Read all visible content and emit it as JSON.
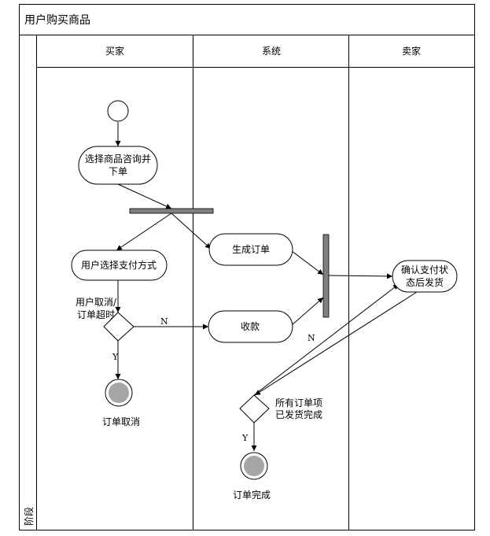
{
  "diagram": {
    "title": "用户购买商品",
    "phase_label": "阶段",
    "lanes": {
      "buyer": "买家",
      "system": "系统",
      "seller": "卖家"
    },
    "nodes": {
      "select_goods": [
        "选择商品咨询并",
        "下单"
      ],
      "choose_payment": "用户选择支付方式",
      "cancel_condition": [
        "用户取消/",
        "订单超时"
      ],
      "order_cancelled": "订单取消",
      "generate_order": "生成订单",
      "collect_payment": "收款",
      "confirm_ship": [
        "确认支付状",
        "态后发货"
      ],
      "all_shipped_condition": [
        "所有订单项",
        "已发货完成"
      ],
      "order_complete": "订单完成"
    },
    "edge_labels": {
      "no_to_payment": "N",
      "yes_to_cancel": "Y",
      "no_loop": "N",
      "yes_to_complete": "Y"
    }
  }
}
